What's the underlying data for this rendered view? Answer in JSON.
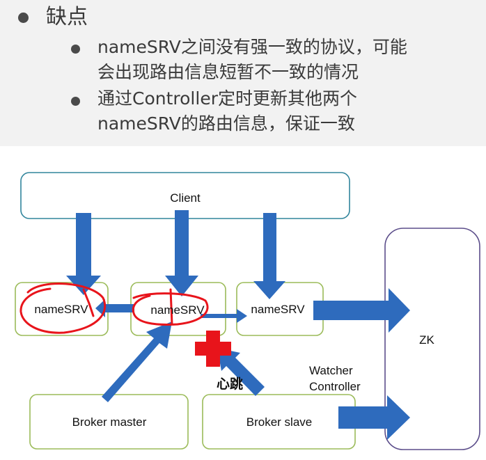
{
  "bullets": {
    "main": "缺点",
    "sub1_line1": "nameSRV之间没有强一致的协议，可能",
    "sub1_line2": "会出现路由信息短暂不一致的情况",
    "sub2_line1": "通过Controller定时更新其他两个",
    "sub2_line2": "nameSRV的路由信息，保证一致"
  },
  "diagram": {
    "client": "Client",
    "namesrv_1": "nameSRV",
    "namesrv_2": "nameSRV",
    "namesrv_3": "nameSRV",
    "zk": "ZK",
    "broker_master": "Broker master",
    "broker_slave": "Broker slave",
    "watcher": "Watcher",
    "controller": "Controller",
    "heartbeat": "心跳"
  },
  "colors": {
    "arrow": "#2e6bbd",
    "client_border": "#31859c",
    "node_border": "#9bbb59",
    "zk_border": "#5b4d8a",
    "annotation_red": "#e8141b"
  }
}
